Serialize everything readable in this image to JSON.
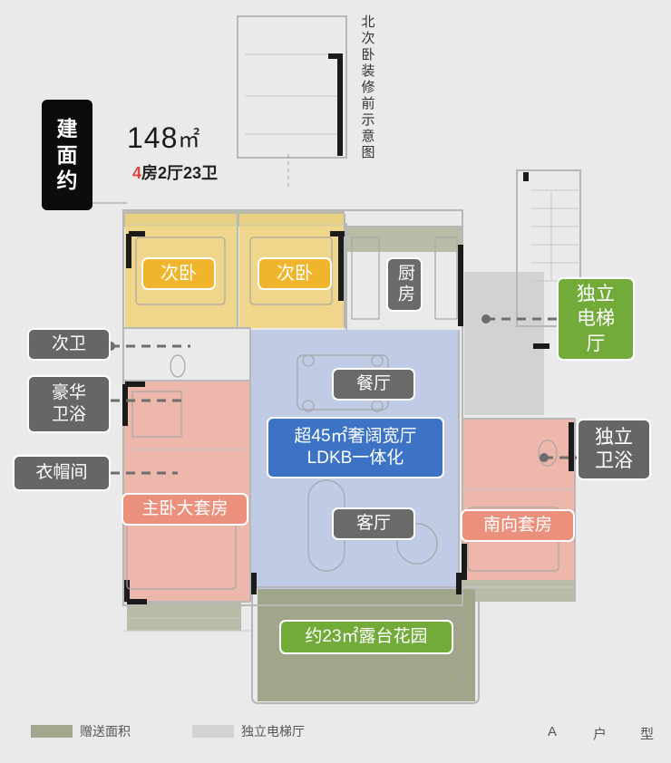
{
  "header": {
    "area_tag": [
      "建",
      "面",
      "约"
    ],
    "area_value": "148",
    "area_unit": "㎡",
    "layout_num": "4",
    "layout_rest": "房2厅23卫",
    "north_bedroom_note": "北次卧装修前示意图"
  },
  "rooms": {
    "bedroom_1": "次卧",
    "bedroom_2": "次卧",
    "kitchen": "厨房",
    "dining": "餐厅",
    "ldkb_line1": "超45㎡奢阔宽厅",
    "ldkb_line2": "LDKB一体化",
    "living": "客厅",
    "master_suite": "主卧大套房",
    "south_suite": "南向套房",
    "terrace": "约23㎡露台花园",
    "elevator_hall": "独立电梯厅",
    "private_bath": "独立卫浴",
    "side_bath": "次卫",
    "luxury_bath": "豪华卫浴",
    "cloakroom": "衣帽间"
  },
  "legend": {
    "bonus_area": "赠送面积",
    "elevator_hall": "独立电梯厅",
    "type_letters": [
      "A",
      "户",
      "型"
    ]
  },
  "colors": {
    "bonus_area": "#a2a88e",
    "elevator_hall_area": "#d2d2d2",
    "bedroom_zone": "#f1d27a",
    "suite_zone": "#eeaa9c",
    "living_zone": "#b8c6e4",
    "accent_red": "#d9473d"
  }
}
